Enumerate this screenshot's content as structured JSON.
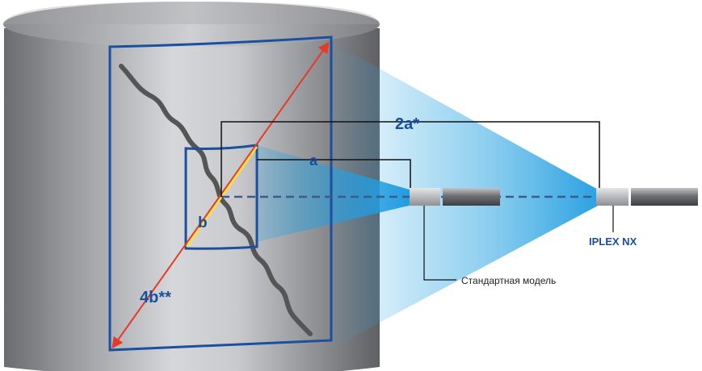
{
  "labels": {
    "two_a": "2a*",
    "a": "a",
    "b": "b",
    "four_b": "4b**",
    "iplex": "IPLEX NX",
    "standard": "Стандартная модель"
  },
  "colors": {
    "frame_blue": "#1d4fa0",
    "label_blue": "#1a4f9c",
    "diagonal_red": "#e43a2a",
    "diagonal_yellow": "#ffe135",
    "beam_blue": "#2aa4e2",
    "crack": "#555555"
  }
}
